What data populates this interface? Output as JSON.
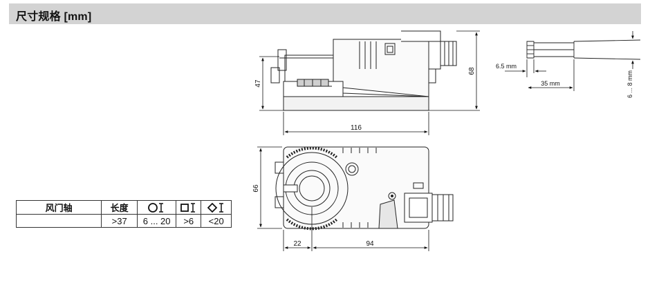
{
  "header": {
    "title": "尺寸规格 [mm]"
  },
  "dimensions": {
    "side_view": {
      "height_left": "47",
      "height_right": "68",
      "length": "116"
    },
    "cable": {
      "strip": "6.5 mm",
      "sheath": "35 mm",
      "diameter": "6 ... 8 mm"
    },
    "top_view": {
      "width": "66",
      "offset": "22",
      "length": "94"
    }
  },
  "spec_table": {
    "headers": {
      "axis": "风门轴",
      "length": "长度"
    },
    "icons": [
      "round-shaft-icon",
      "square-shaft-icon",
      "diamond-shaft-icon"
    ],
    "row": [
      "",
      ">37",
      "6 ... 20",
      ">6",
      "<20"
    ]
  }
}
